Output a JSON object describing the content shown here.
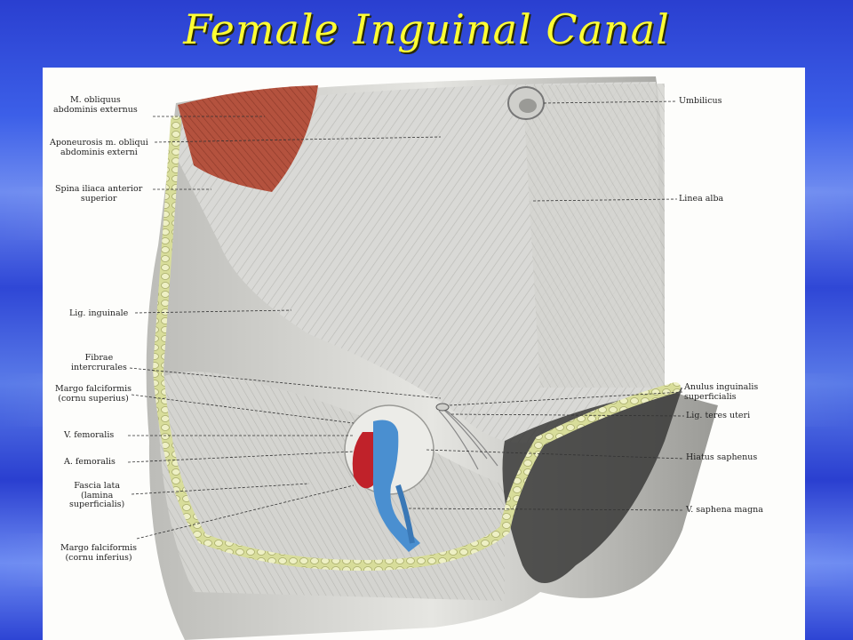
{
  "title": "Female Inguinal Canal",
  "labels": {
    "obliquus_externus": [
      "M. obliquus",
      "abdominis externus"
    ],
    "aponeurosis": [
      "Aponeurosis m. obliqui",
      "abdominis externi"
    ],
    "spina_iliaca": [
      "Spina iliaca anterior",
      "superior"
    ],
    "lig_inguinale": [
      "Lig. inguinale"
    ],
    "fibrae_intercrurales": [
      "Fibrae",
      "intercrurales"
    ],
    "margo_superius": [
      "Margo falciformis",
      "(cornu superius)"
    ],
    "v_femoralis": [
      "V. femoralis"
    ],
    "a_femoralis": [
      "A. femoralis"
    ],
    "fascia_lata": [
      "Fascia lata",
      "(lamina",
      "superficialis)"
    ],
    "margo_inferius": [
      "Margo falciformis",
      "(cornu inferius)"
    ],
    "umbilicus": [
      "Umbilicus"
    ],
    "linea_alba": [
      "Linea alba"
    ],
    "anulus_inguinalis": [
      "Anulus inguinalis",
      "superficialis"
    ],
    "lig_teres": [
      "Lig. teres uteri"
    ],
    "hiatus_saphenus": [
      "Hiatus saphenus"
    ],
    "v_saphena": [
      "V. saphena magna"
    ]
  },
  "colors": {
    "title": "#ffff33",
    "muscle": "#b4523e",
    "vein": "#4a8fd0",
    "artery": "#c0222a",
    "fat_border": "#d8dd9a"
  }
}
